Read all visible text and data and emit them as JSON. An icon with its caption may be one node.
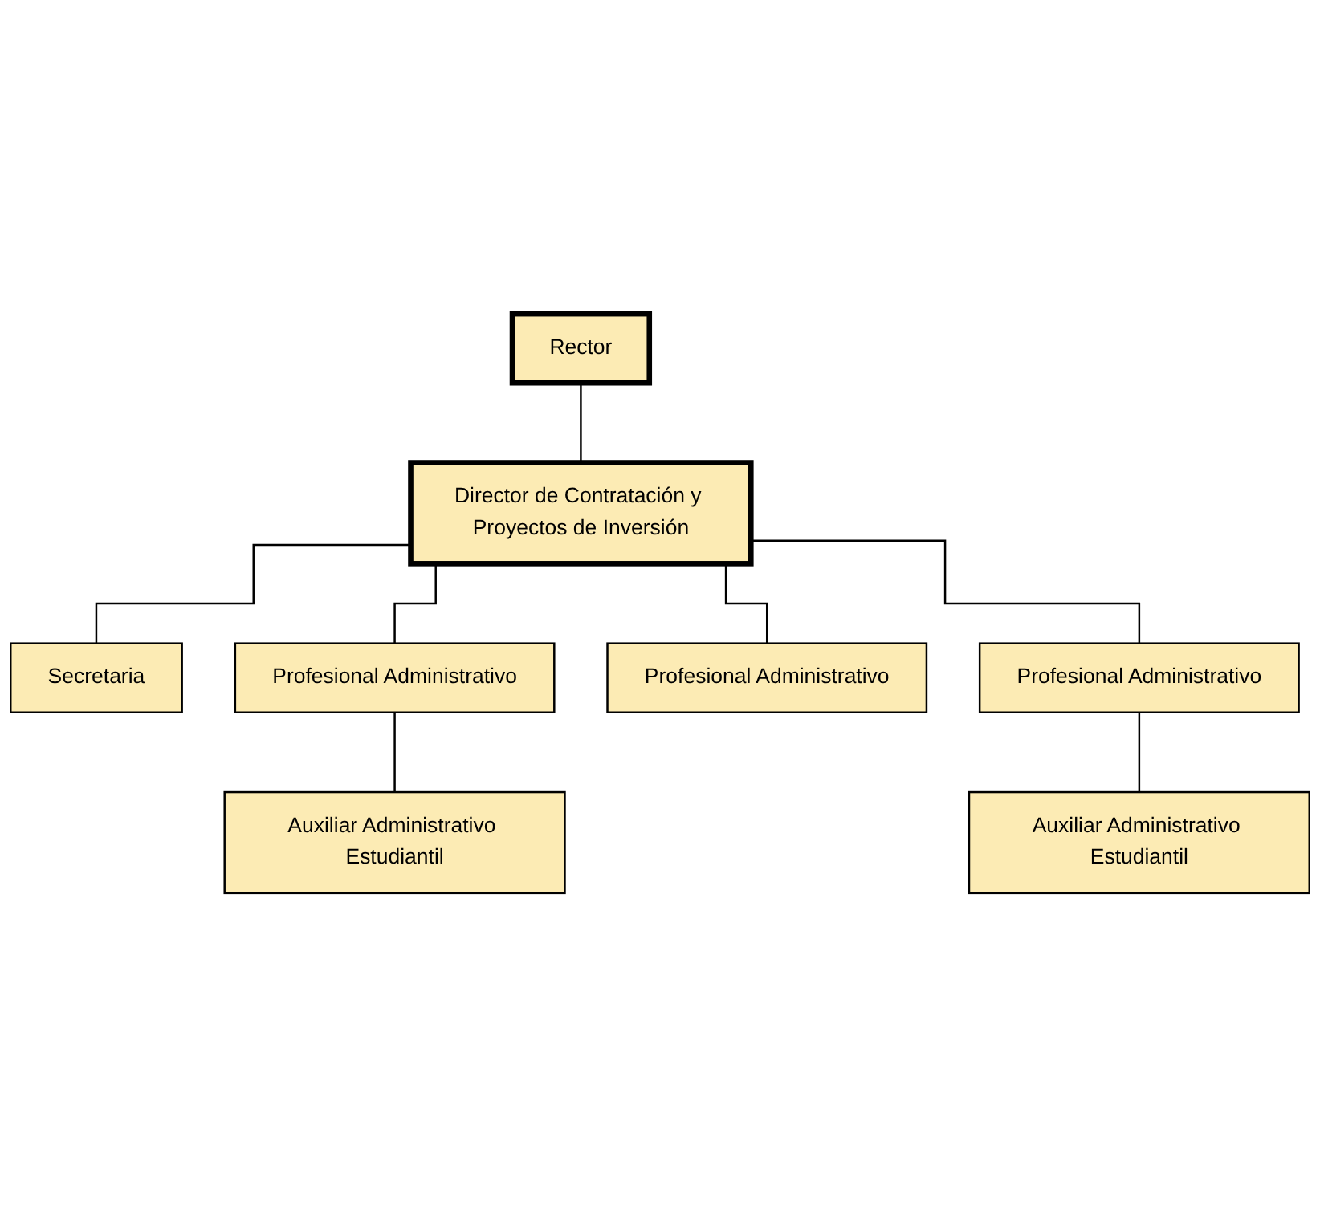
{
  "diagram": {
    "nodes": [
      {
        "text": [
          "Rector"
        ]
      },
      {
        "text": [
          "Director de Contratación y Proyectos de Inversión"
        ]
      },
      {
        "text": [
          "Secretaria"
        ]
      },
      {
        "text": [
          "Profesional Administrativo"
        ]
      },
      {
        "text": [
          "Profesional Administrativo"
        ]
      },
      {
        "text": [
          "Profesional Administrativo"
        ]
      },
      {
        "text": [
          "Auxiliar Administrativo Estudiantil"
        ]
      },
      {
        "text": [
          "Auxiliar Administrativo Estudiantil"
        ]
      }
    ],
    "edges": [
      {
        "from": 0,
        "to": 1,
        "arrow": "none"
      },
      {
        "from": 1,
        "to": 2,
        "arrow": "none"
      },
      {
        "from": 1,
        "to": 3,
        "arrow": "none"
      },
      {
        "from": 1,
        "to": 4,
        "arrow": "none"
      },
      {
        "from": 1,
        "to": 5,
        "arrow": "none"
      },
      {
        "from": 3,
        "to": 6,
        "arrow": "none"
      },
      {
        "from": 5,
        "to": 7,
        "arrow": "none"
      }
    ]
  }
}
